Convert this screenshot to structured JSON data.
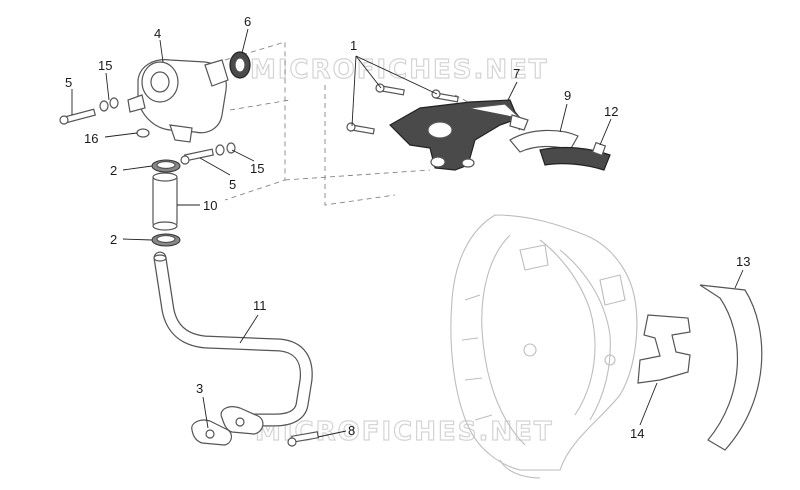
{
  "watermarks": [
    "MICROFICHES.NET",
    "MICROFICHES.NET"
  ],
  "callouts": {
    "c1": "1",
    "c2a": "2",
    "c2b": "2",
    "c3": "3",
    "c4": "4",
    "c5a": "5",
    "c5b": "5",
    "c6": "6",
    "c7": "7",
    "c8": "8",
    "c9": "9",
    "c10": "10",
    "c11": "11",
    "c12": "12",
    "c13": "13",
    "c14": "14",
    "c15a": "15",
    "c15b": "15",
    "c16": "16"
  }
}
